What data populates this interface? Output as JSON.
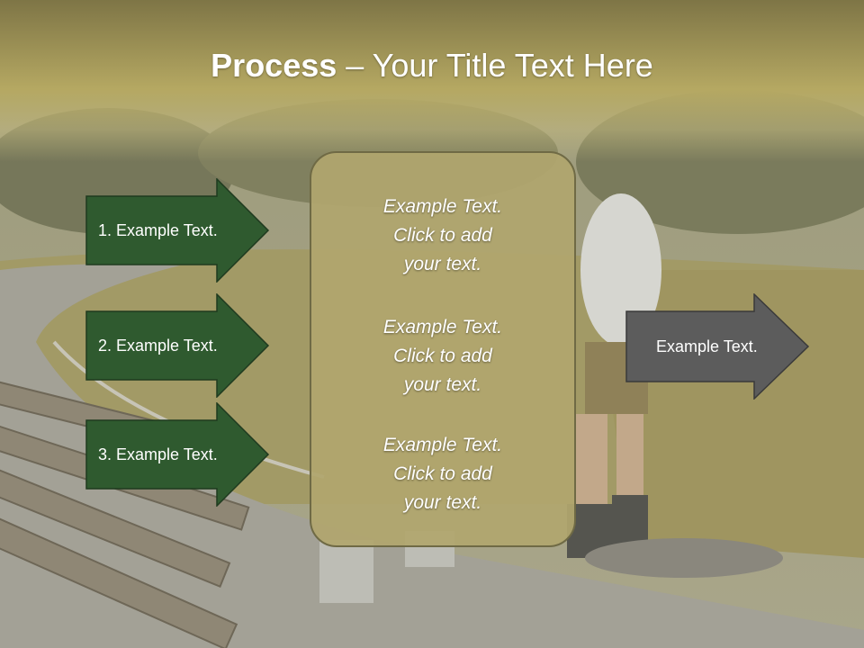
{
  "slide": {
    "title_bold": "Process",
    "title_rest": " – Your Title Text Here"
  },
  "left_arrows": [
    {
      "label": "1. Example Text."
    },
    {
      "label": "2. Example Text."
    },
    {
      "label": "3. Example Text."
    }
  ],
  "center_box": {
    "blocks": [
      {
        "lines": [
          "Example Text.",
          "Click  to add",
          "your text."
        ]
      },
      {
        "lines": [
          "Example Text.",
          "Click  to add",
          "your text."
        ]
      },
      {
        "lines": [
          "Example Text.",
          "Click  to add",
          "your text."
        ]
      }
    ]
  },
  "right_arrow": {
    "label": "Example Text."
  },
  "colors": {
    "left_arrow_fill": "#2f5a2f",
    "right_arrow_fill": "#5c5c5c",
    "center_box_fill": "#b0a66e",
    "title_band": "#b5a862"
  }
}
